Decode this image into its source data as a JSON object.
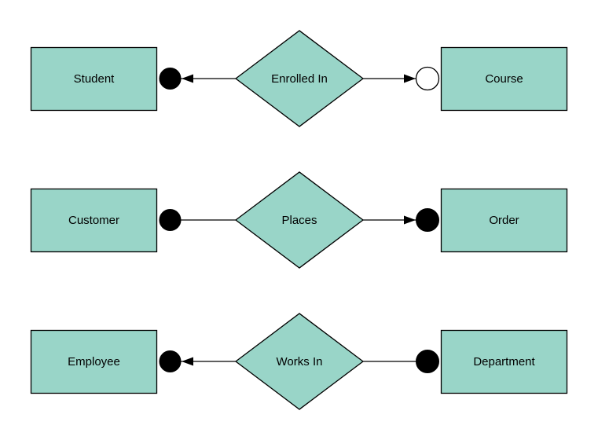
{
  "diagram": {
    "type": "entity-relationship-diagram",
    "shape_fill": "#99d5c8",
    "shape_stroke": "#000000",
    "line_color": "#000000",
    "background": "#ffffff",
    "rows": [
      {
        "left_entity": "Student",
        "relationship": "Enrolled In",
        "right_entity": "Course",
        "left_connector": {
          "terminator": "filled-circle",
          "arrow": "points-left"
        },
        "right_connector": {
          "terminator": "open-circle",
          "arrow": "points-right"
        }
      },
      {
        "left_entity": "Customer",
        "relationship": "Places",
        "right_entity": "Order",
        "left_connector": {
          "terminator": "filled-circle",
          "arrow": "none"
        },
        "right_connector": {
          "terminator": "filled-circle",
          "arrow": "points-right"
        }
      },
      {
        "left_entity": "Employee",
        "relationship": "Works In",
        "right_entity": "Department",
        "left_connector": {
          "terminator": "filled-circle",
          "arrow": "points-left"
        },
        "right_connector": {
          "terminator": "filled-circle",
          "arrow": "none"
        }
      }
    ]
  }
}
